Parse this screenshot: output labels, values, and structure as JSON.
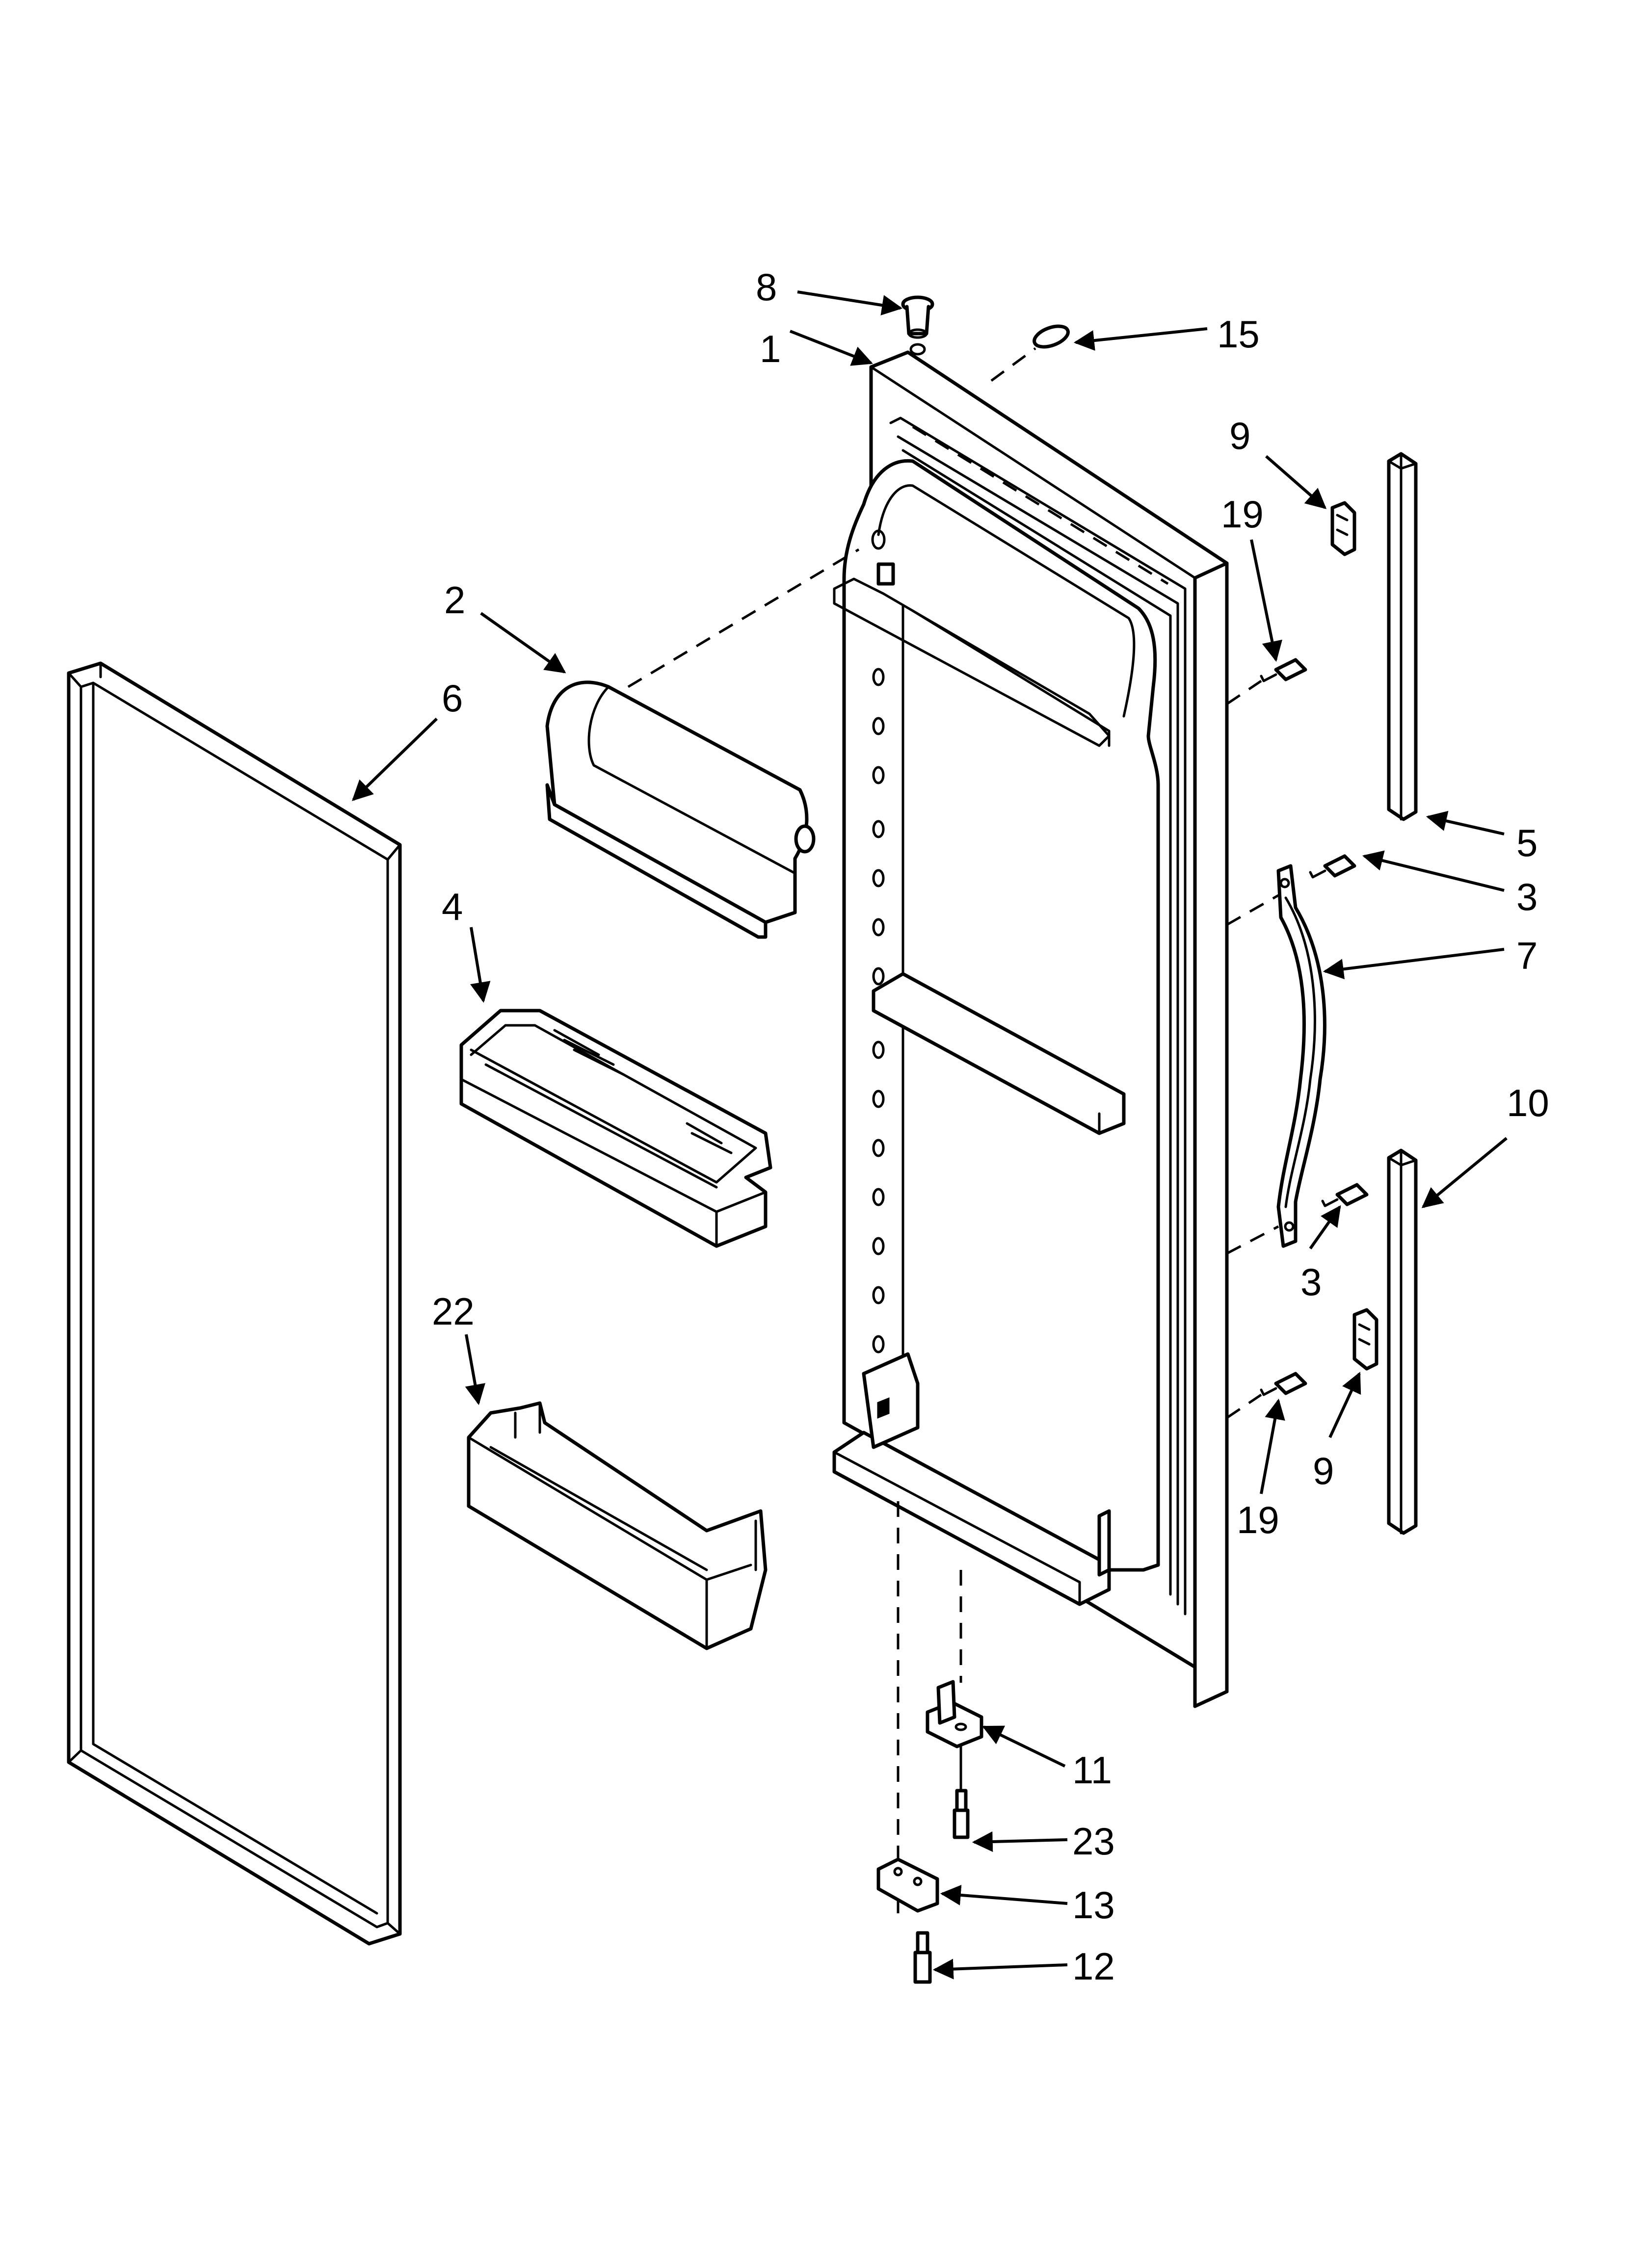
{
  "diagram": {
    "background_color": "#ffffff",
    "line_color": "#000000",
    "callouts": [
      {
        "id": "c8",
        "label": "8"
      },
      {
        "id": "c1",
        "label": "1"
      },
      {
        "id": "c15",
        "label": "15"
      },
      {
        "id": "c9a",
        "label": "9"
      },
      {
        "id": "c19a",
        "label": "19"
      },
      {
        "id": "c2",
        "label": "2"
      },
      {
        "id": "c6",
        "label": "6"
      },
      {
        "id": "c5",
        "label": "5"
      },
      {
        "id": "c3a",
        "label": "3"
      },
      {
        "id": "c7",
        "label": "7"
      },
      {
        "id": "c4",
        "label": "4"
      },
      {
        "id": "c10",
        "label": "10"
      },
      {
        "id": "c3b",
        "label": "3"
      },
      {
        "id": "c22",
        "label": "22"
      },
      {
        "id": "c9b",
        "label": "9"
      },
      {
        "id": "c19b",
        "label": "19"
      },
      {
        "id": "c11",
        "label": "11"
      },
      {
        "id": "c23",
        "label": "23"
      },
      {
        "id": "c13",
        "label": "13"
      },
      {
        "id": "c12",
        "label": "12"
      }
    ]
  }
}
